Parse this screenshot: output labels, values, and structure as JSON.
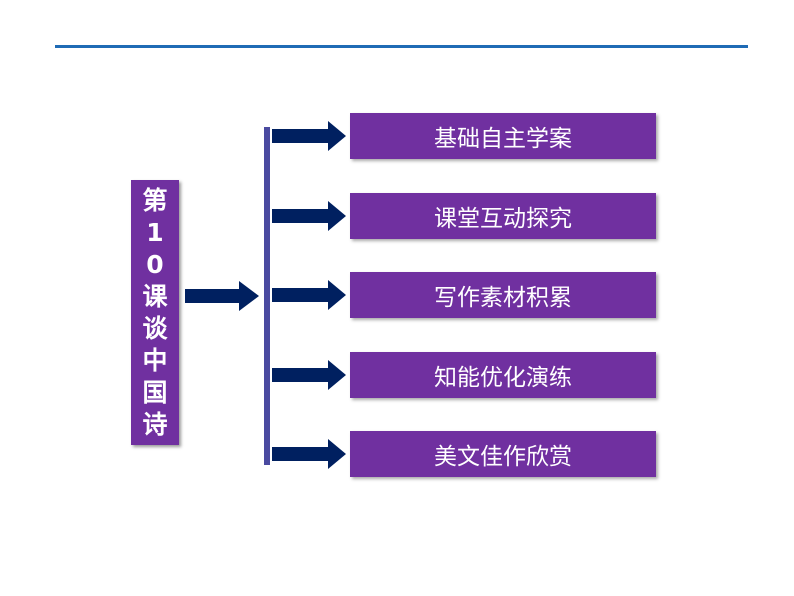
{
  "lesson_title": "第10课谈中国诗",
  "items": [
    {
      "label": "基础自主学案"
    },
    {
      "label": "课堂互动探究"
    },
    {
      "label": "写作素材积累"
    },
    {
      "label": "知能优化演练"
    },
    {
      "label": "美文佳作欣赏"
    }
  ],
  "colors": {
    "box": "#7030a0",
    "arrow": "#002060",
    "bar": "#4a4aa0",
    "line": "#1f6bb5"
  }
}
